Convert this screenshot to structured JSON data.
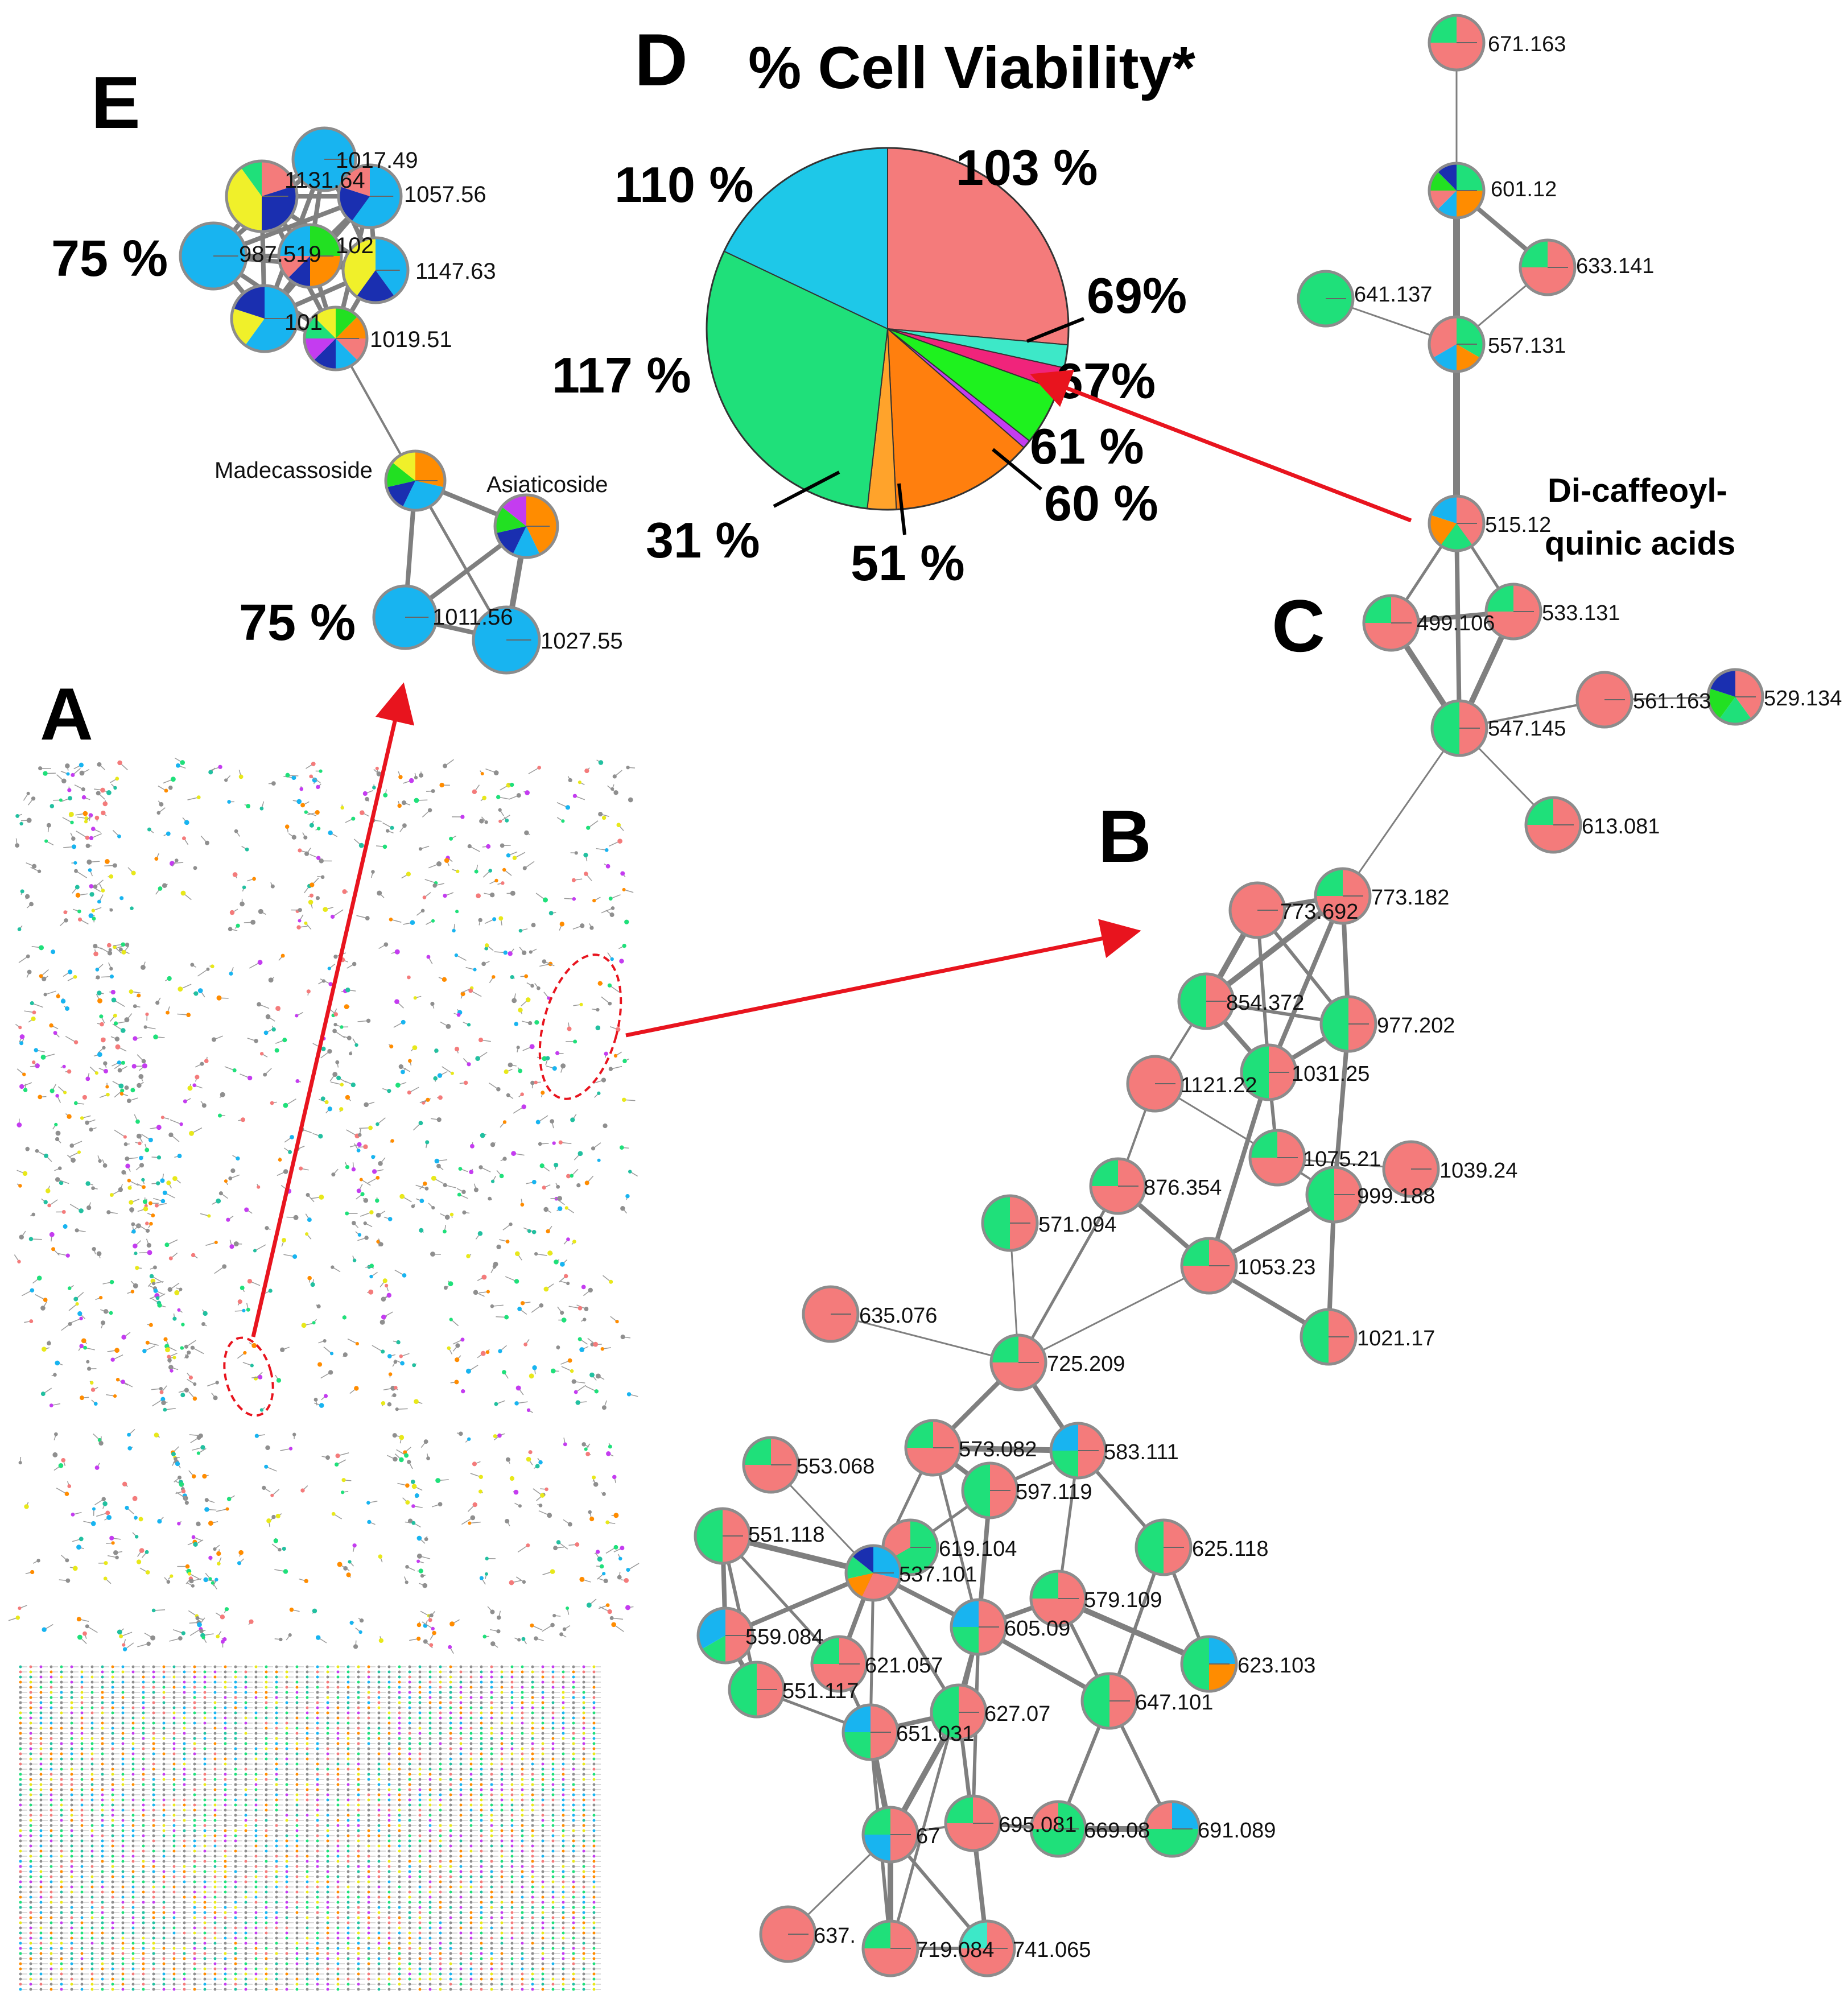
{
  "panels": {
    "A": "A",
    "B": "B",
    "C": "C",
    "D": "D",
    "E": "E"
  },
  "panel_d": {
    "title": "% Cell Viability*",
    "slices": [
      {
        "label": "103 %",
        "value": 103,
        "color": "#f47b7b"
      },
      {
        "label": "69%",
        "value": 8,
        "color": "#3de8c8"
      },
      {
        "label": "67%",
        "value": 8,
        "color": "#f0247b"
      },
      {
        "label": "61 %",
        "value": 20,
        "color": "#1ef21e"
      },
      {
        "label": "60 %",
        "value": 3,
        "color": "#c43cf0"
      },
      {
        "label": "51 %",
        "value": 50,
        "color": "#ff7f0e"
      },
      {
        "label": "31 %",
        "value": 10,
        "color": "#ffa32b"
      },
      {
        "label": "117 %",
        "value": 118,
        "color": "#1fe07a"
      },
      {
        "label": "110 %",
        "value": 70,
        "color": "#1ec8e8"
      }
    ]
  },
  "panel_e": {
    "pct_top": "75 %",
    "pct_bottom": "75 %",
    "compound_1": "Madecassoside",
    "compound_2": "Asiaticoside",
    "nodes": [
      "1017.49",
      "1131.64",
      "1057.56",
      "987.519",
      "102",
      "1147.63",
      "101",
      "1019.51",
      "1011.56",
      "1027.55"
    ]
  },
  "panel_c": {
    "annotation_line1": "Di-caffeoyl-",
    "annotation_line2": "quinic  acids",
    "nodes": [
      "671.163",
      "601.12",
      "633.141",
      "641.137",
      "557.131",
      "515.12",
      "499.106",
      "533.131",
      "547.145",
      "561.163",
      "529.134",
      "613.081"
    ]
  },
  "panel_b": {
    "nodes": [
      "773.692",
      "773.182",
      "854.372",
      "977.202",
      "1121.22",
      "1031.25",
      "1075.21",
      "1039.24",
      "999.188",
      "876.354",
      "571.094",
      "1053.23",
      "1021.17",
      "635.076",
      "725.209",
      "573.082",
      "583.111",
      "553.068",
      "597.119",
      "551.118",
      "619.104",
      "537.101",
      "625.118",
      "579.109",
      "605.09",
      "559.084",
      "621.057",
      "623.103",
      "551.117",
      "647.101",
      "627.07",
      "651.031",
      "695.081",
      "669.08",
      "691.089",
      "67",
      "637.",
      "719.084",
      "741.065"
    ]
  },
  "colors": {
    "salmon": "#f47b7b",
    "green": "#1fe07a",
    "cyan": "#18b4f0",
    "orange": "#ff8c00",
    "yellow": "#f0f02a",
    "navy": "#1a2fb0",
    "red_arrow": "#e8141e",
    "edge": "#7f7f7f"
  }
}
